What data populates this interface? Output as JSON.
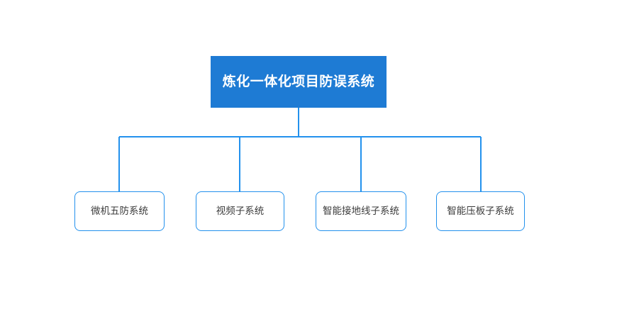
{
  "diagram": {
    "type": "org-chart",
    "background_color": "#ffffff",
    "root": {
      "label": "炼化一体化项目防误系统",
      "fill_color": "#1E7BD4",
      "text_color": "#ffffff"
    },
    "connector": {
      "color": "#2391ED",
      "stroke_width": 2
    },
    "children": [
      {
        "label": "微机五防系统",
        "border_color": "#2391ED",
        "fill_color": "#ffffff",
        "text_color": "#3b3b3b"
      },
      {
        "label": "视频子系统",
        "border_color": "#2391ED",
        "fill_color": "#ffffff",
        "text_color": "#3b3b3b"
      },
      {
        "label": "智能接地线子系统",
        "border_color": "#2391ED",
        "fill_color": "#ffffff",
        "text_color": "#3b3b3b"
      },
      {
        "label": "智能压板子系统",
        "border_color": "#2391ED",
        "fill_color": "#ffffff",
        "text_color": "#3b3b3b"
      }
    ]
  }
}
